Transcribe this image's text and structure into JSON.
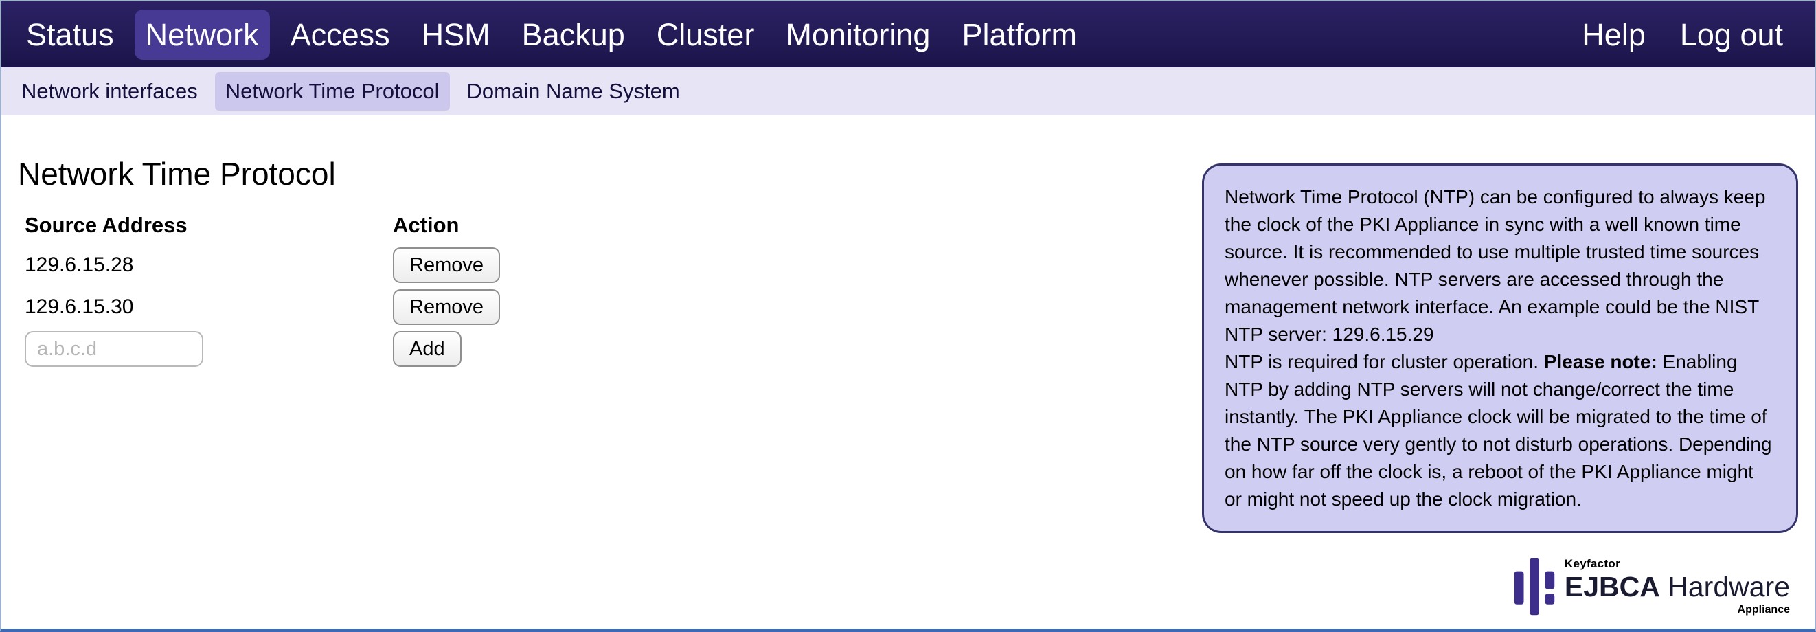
{
  "nav": {
    "items": [
      {
        "label": "Status",
        "active": false
      },
      {
        "label": "Network",
        "active": true
      },
      {
        "label": "Access",
        "active": false
      },
      {
        "label": "HSM",
        "active": false
      },
      {
        "label": "Backup",
        "active": false
      },
      {
        "label": "Cluster",
        "active": false
      },
      {
        "label": "Monitoring",
        "active": false
      },
      {
        "label": "Platform",
        "active": false
      }
    ],
    "right_items": [
      {
        "label": "Help"
      },
      {
        "label": "Log out"
      }
    ]
  },
  "subnav": {
    "items": [
      {
        "label": "Network interfaces",
        "active": false
      },
      {
        "label": "Network Time Protocol",
        "active": true
      },
      {
        "label": "Domain Name System",
        "active": false
      }
    ]
  },
  "main": {
    "title": "Network Time Protocol",
    "table": {
      "headers": [
        "Source Address",
        "Action"
      ],
      "rows": [
        {
          "address": "129.6.15.28",
          "action": "Remove"
        },
        {
          "address": "129.6.15.30",
          "action": "Remove"
        }
      ],
      "add": {
        "placeholder": "a.b.c.d",
        "button": "Add"
      }
    }
  },
  "info_box": {
    "paragraph1": "Network Time Protocol (NTP) can be configured to always keep the clock of the PKI Appliance in sync with a well known time source. It is recommended to use multiple trusted time sources whenever possible. NTP servers are accessed through the management network interface. An example could be the NIST NTP server: 129.6.15.29",
    "paragraph2_prefix": "NTP is required for cluster operation. ",
    "paragraph2_bold": "Please note:",
    "paragraph2_suffix": " Enabling NTP by adding NTP servers will not change/correct the time instantly. The PKI Appliance clock will be migrated to the time of the NTP source very gently to not disturb operations. Depending on how far off the clock is, a reboot of the PKI Appliance might or might not speed up the clock migration."
  },
  "logo": {
    "brand": "Keyfactor",
    "product_name": "EJBCA",
    "product_type": "Hardware",
    "suffix": "Appliance"
  },
  "colors": {
    "nav_background": "#231B56",
    "nav_active_background": "#473A95",
    "subnav_background": "#E7E4F6",
    "subnav_active_background": "#CCC7EC",
    "info_box_background": "#CFCDF1",
    "info_box_border": "#34346A",
    "logo_purple": "#3E2E8C",
    "page_bottom_border": "#3E69B4"
  }
}
